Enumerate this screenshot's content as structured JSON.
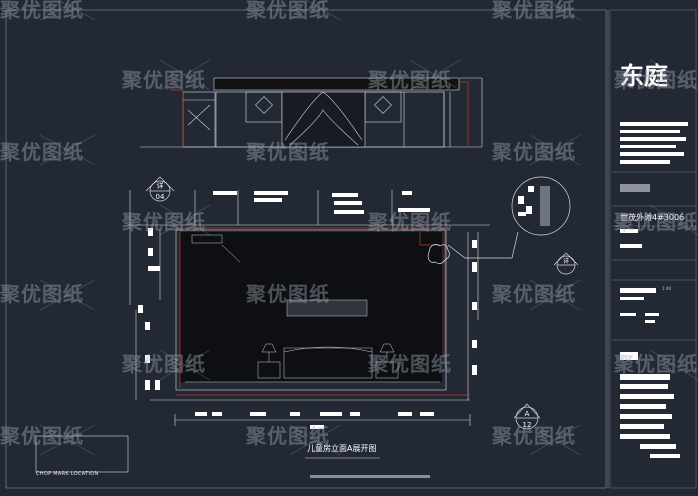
{
  "drawing": {
    "title": "儿童房立面A展开图",
    "project_name": "世茂外滩4#3006",
    "chop_mark_label": "CHOP MARK LOCATION",
    "scale_note": "1:40",
    "logo_text": "东庭"
  },
  "symbols": {
    "index_left": {
      "top": "详",
      "bottom": "04"
    },
    "index_right": {
      "top": "详",
      "bottom": ""
    },
    "section_marker": {
      "top": "A",
      "bottom": "12"
    }
  },
  "watermark": {
    "text": "聚优图纸"
  },
  "colors": {
    "background": "#222834",
    "line": "#d7d9de",
    "accent": "#c0392b"
  }
}
